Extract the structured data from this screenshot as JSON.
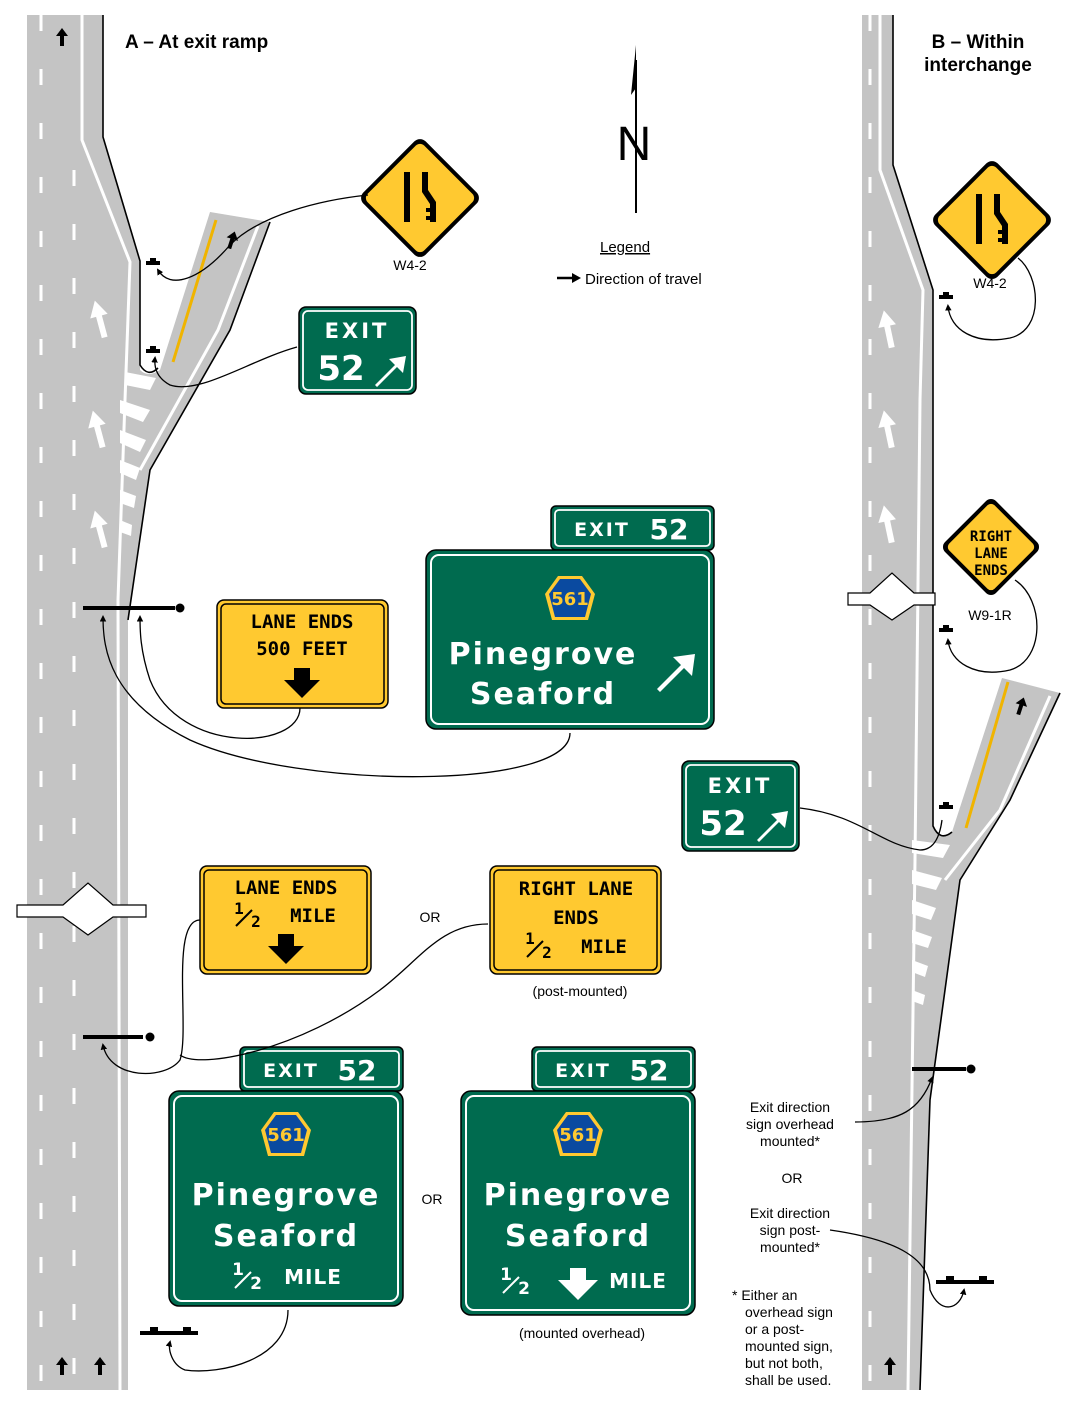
{
  "headers": {
    "a": "A – At exit ramp",
    "b1": "B – Within",
    "b2": "interchange"
  },
  "north": "N",
  "legend": {
    "title": "Legend",
    "item": "Direction of travel"
  },
  "codes": {
    "w4_2": "W4-2",
    "w9_1r": "W9-1R"
  },
  "or": "OR",
  "colors": {
    "green": "#006b4f",
    "yellow": "#ffc930",
    "road": "#c4c4c4",
    "shield": "#0a4aa0",
    "shield_text": "#ffc930"
  },
  "exit_tab": {
    "word": "EXIT",
    "number": "52"
  },
  "exit_panel": {
    "word": "EXIT",
    "number": "52"
  },
  "shield_number": "561",
  "destinations": [
    "Pinegrove",
    "Seaford"
  ],
  "half_mile": {
    "num": "1",
    "den": "2",
    "unit": "MILE"
  },
  "lane_ends_500": [
    "LANE ENDS",
    "500 FEET"
  ],
  "lane_ends_half": {
    "line1": "LANE ENDS",
    "line2_unit": "MILE"
  },
  "right_lane_ends": {
    "line1": "RIGHT LANE",
    "line2": "ENDS",
    "line3_unit": "MILE"
  },
  "w9_1r_text": [
    "RIGHT",
    "LANE",
    "ENDS"
  ],
  "captions": {
    "post_mounted": "(post-mounted)",
    "mounted_overhead": "(mounted overhead)"
  },
  "notes": {
    "overhead": [
      "Exit direction",
      "sign overhead",
      "mounted*"
    ],
    "post": [
      "Exit direction",
      "sign post-",
      "mounted*"
    ],
    "footnote": [
      "* Either an",
      "overhead sign",
      "or a post-",
      "mounted sign,",
      "but not both,",
      "shall be used."
    ]
  }
}
